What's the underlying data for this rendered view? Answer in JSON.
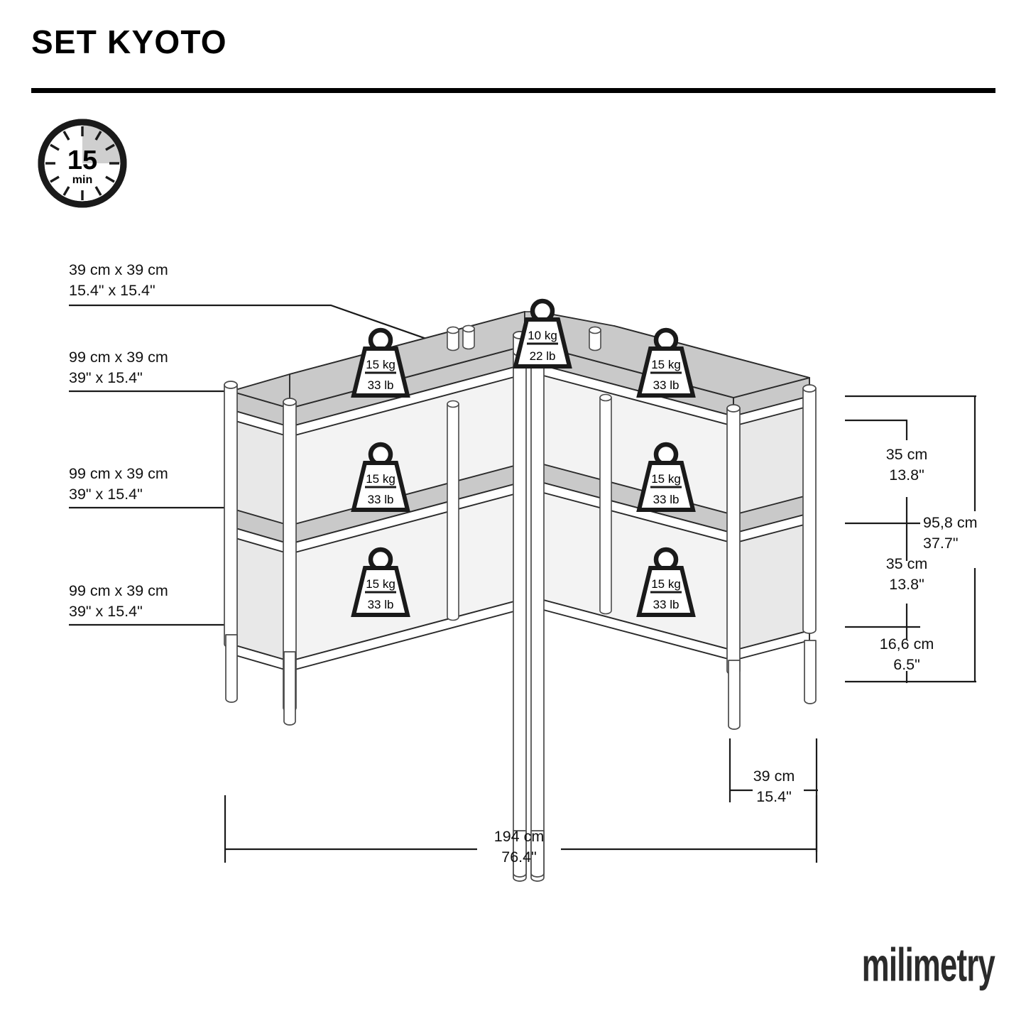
{
  "header": {
    "title": "SET KYOTO"
  },
  "assembly_time": {
    "value": "15",
    "unit": "min",
    "icon": "clock-icon"
  },
  "callouts": [
    {
      "id": "corner-shelf",
      "metric": "39 cm x 39 cm",
      "imperial": "15.4\" x 15.4\""
    },
    {
      "id": "top-shelf",
      "metric": "99 cm x 39 cm",
      "imperial": "39\" x 15.4\""
    },
    {
      "id": "middle-shelf",
      "metric": "99 cm x 39 cm",
      "imperial": "39\" x 15.4\""
    },
    {
      "id": "bottom-shelf",
      "metric": "99 cm x 39 cm",
      "imperial": "39\" x 15.4\""
    }
  ],
  "dimensions": {
    "height_upper": {
      "metric": "35 cm",
      "imperial": "13.8\""
    },
    "height_middle": {
      "metric": "35 cm",
      "imperial": "13.8\""
    },
    "height_lower": {
      "metric": "16,6 cm",
      "imperial": "6.5\""
    },
    "height_total": {
      "metric": "95,8 cm",
      "imperial": "37.7\""
    },
    "depth": {
      "metric": "39 cm",
      "imperial": "15.4\""
    },
    "width_total": {
      "metric": "194 cm",
      "imperial": "76.4\""
    }
  },
  "load_badges": [
    {
      "id": "left-top",
      "kg": "15 kg",
      "lb": "33 lb"
    },
    {
      "id": "corner-top",
      "kg": "10 kg",
      "lb": "22 lb"
    },
    {
      "id": "right-top",
      "kg": "15 kg",
      "lb": "33 lb"
    },
    {
      "id": "left-middle",
      "kg": "15 kg",
      "lb": "33 lb"
    },
    {
      "id": "right-middle",
      "kg": "15 kg",
      "lb": "33 lb"
    },
    {
      "id": "left-bottom",
      "kg": "15 kg",
      "lb": "33 lb"
    },
    {
      "id": "right-bottom",
      "kg": "15 kg",
      "lb": "33 lb"
    }
  ],
  "brand": {
    "name": "milimetry"
  },
  "colors": {
    "line": "#1a1a1a",
    "shelf_top": "#c9c9c9",
    "shelf_top_dark": "#bdbdbd",
    "panel": "#f1f1f1",
    "panel_shade": "#e8e8e8",
    "post": "#ffffff",
    "clock_sector": "#cfcfcf"
  }
}
